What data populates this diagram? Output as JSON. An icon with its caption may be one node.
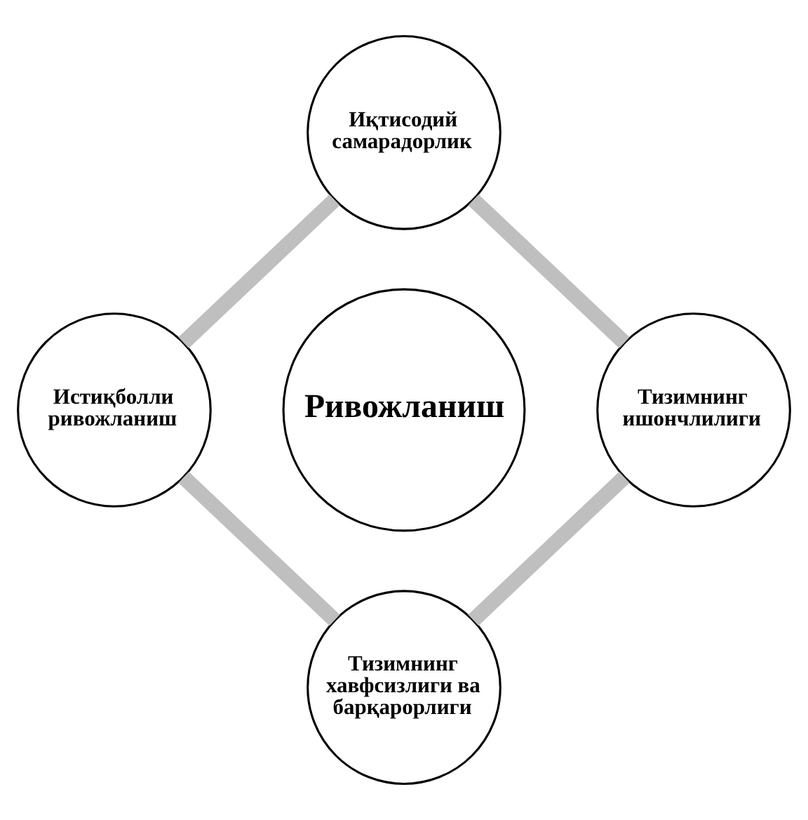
{
  "diagram": {
    "nodes": [
      {
        "text": [
          "Иқтисодий самарадорлик"
        ]
      },
      {
        "text": [
          "Истиқболли ривожланиш"
        ]
      },
      {
        "text": [
          "Ривожланиш"
        ]
      },
      {
        "text": [
          "Тизимнинг ишончлилиги"
        ]
      },
      {
        "text": [
          "Тизимнинг хавфсизлиги ва барқарорлиги"
        ]
      }
    ],
    "edges": [
      {
        "from": 0,
        "to": 3,
        "arrow": "none"
      },
      {
        "from": 3,
        "to": 4,
        "arrow": "none"
      },
      {
        "from": 4,
        "to": 1,
        "arrow": "none"
      },
      {
        "from": 1,
        "to": 0,
        "arrow": "none"
      }
    ]
  }
}
